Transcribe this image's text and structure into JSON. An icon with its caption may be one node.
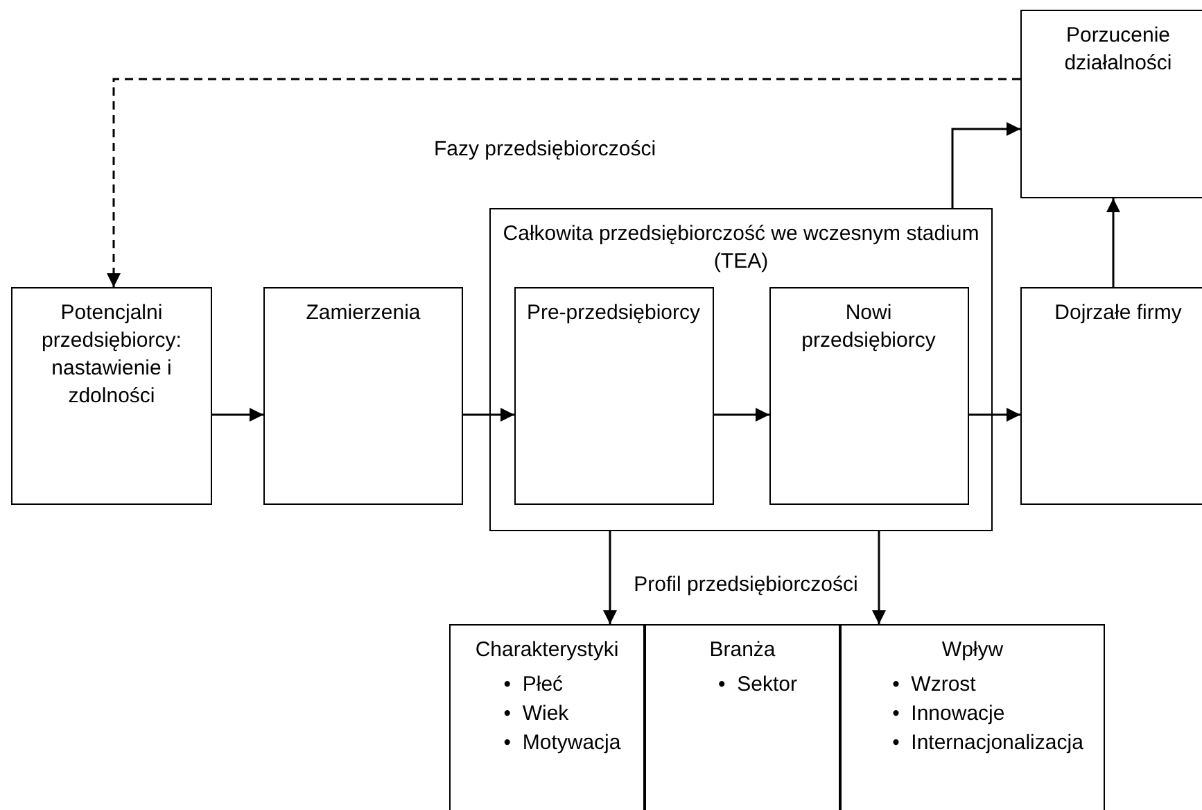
{
  "diagram": {
    "nodes": [
      {
        "text": [
          "Potencjalni przedsiębiorcy: nastawienie i zdolności"
        ]
      },
      {
        "text": [
          "Zamierzenia"
        ]
      },
      {
        "text": [
          "Całkowita przedsiębiorczość we wczesnym stadium (TEA)"
        ]
      },
      {
        "text": [
          "Pre-przedsiębiorcy"
        ],
        "in": 2
      },
      {
        "text": [
          "Nowi przedsiębiorcy"
        ],
        "in": 2
      },
      {
        "text": [
          "Dojrzałe firmy"
        ]
      },
      {
        "text": [
          "Porzucenie działalności"
        ]
      },
      {
        "text": [
          "Charakterystyki",
          "•  Płeć",
          "•  Wiek",
          "•  Motywacja"
        ]
      },
      {
        "text": [
          "Branża",
          "•  Sektor"
        ]
      },
      {
        "text": [
          "Wpływ",
          "•  Wzrost",
          "•  Innowacje",
          "•  Internacjonalizacja"
        ]
      }
    ],
    "edges": [
      {
        "from": 0,
        "to": 1,
        "arrow": "to"
      },
      {
        "from": 1,
        "to": 3,
        "arrow": "to"
      },
      {
        "from": 3,
        "to": 4,
        "arrow": "to"
      },
      {
        "from": 4,
        "to": 5,
        "arrow": "to"
      },
      {
        "from": 2,
        "to": 6,
        "arrow": "to"
      },
      {
        "from": 5,
        "to": 6,
        "arrow": "to"
      },
      {
        "from": 6,
        "to": 0,
        "arrow": "to",
        "style": "dashed"
      },
      {
        "from": 2,
        "to": 7,
        "arrow": "to"
      },
      {
        "from": 2,
        "to": 9,
        "arrow": "to"
      }
    ],
    "labels": [
      "Fazy przedsiębiorczości",
      "Profil przedsiębiorczości"
    ]
  }
}
